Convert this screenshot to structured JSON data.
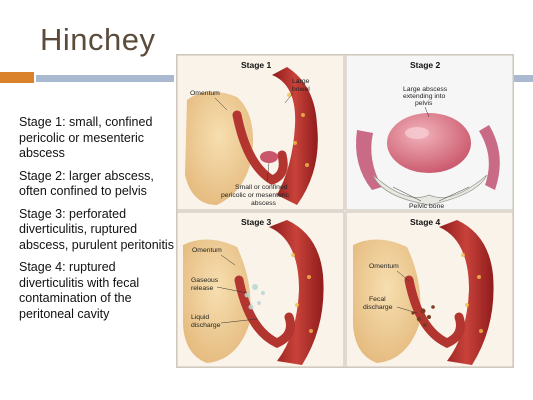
{
  "slide": {
    "title": "Hinchey",
    "accent_orange": "#d9822b",
    "accent_blue": "#a9b9cf",
    "stages_text": [
      "Stage 1: small, confined pericolic or mesenteric abscess",
      "Stage 2: larger abscess, often confined to pelvis",
      "Stage 3: perforated diverticulitis, ruptured abscess, purulent peritonitis",
      "Stage 4: ruptured diverticulitis with fecal contamination of the peritoneal cavity"
    ]
  },
  "figure": {
    "panels": [
      {
        "title": "Stage 1",
        "labels": [
          "Omentum",
          "Large",
          "bowel",
          "Small or confined",
          "pericolic or mesenteric",
          "abscess"
        ]
      },
      {
        "title": "Stage 2",
        "labels": [
          "Large abscess",
          "extending into",
          "pelvis",
          "Pelvic bone"
        ]
      },
      {
        "title": "Stage 3",
        "labels": [
          "Omentum",
          "Gaseous",
          "release",
          "Liquid",
          "discharge"
        ]
      },
      {
        "title": "Stage 4",
        "labels": [
          "Omentum",
          "Fecal",
          "discharge"
        ]
      }
    ]
  }
}
